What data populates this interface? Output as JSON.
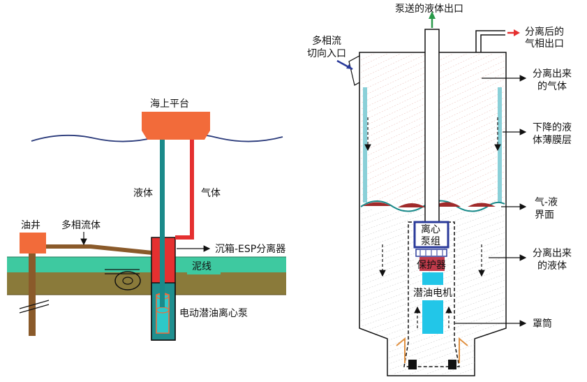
{
  "left": {
    "platform": "海上平台",
    "liquid": "液体",
    "gas": "气体",
    "well": "油井",
    "multiphase": "多相流体",
    "caisson": "沉箱-ESP分离器",
    "mudline": "泥线",
    "esp": "电动潜油离心泵"
  },
  "right": {
    "pumped_outlet": "泵送的液体出口",
    "inlet_l1": "多相流",
    "inlet_l2": "切向入口",
    "gas_outlet_l1": "分离后的",
    "gas_outlet_l2": "气相出口",
    "sep_gas_l1": "分离出来",
    "sep_gas_l2": "的气体",
    "film_l1": "下降的液",
    "film_l2": "体薄膜层",
    "interface_l1": "气-液",
    "interface_l2": "界面",
    "sep_liq_l1": "分离出来",
    "sep_liq_l2": "的液体",
    "shroud": "罩筒",
    "pump_l1": "离心",
    "pump_l2": "泵组",
    "protector": "保护器",
    "motor": "潜油电机"
  },
  "colors": {
    "platform": "#f26b3a",
    "liquid_line": "#1a8a8a",
    "gas_line": "#e53030",
    "seabed_green": "#3ec9a0",
    "seabed_brown": "#8a7a3a",
    "pipe_brown": "#8a5a2a",
    "motor_cyan": "#22c6e8",
    "pump_box": "#2a3a9a"
  }
}
